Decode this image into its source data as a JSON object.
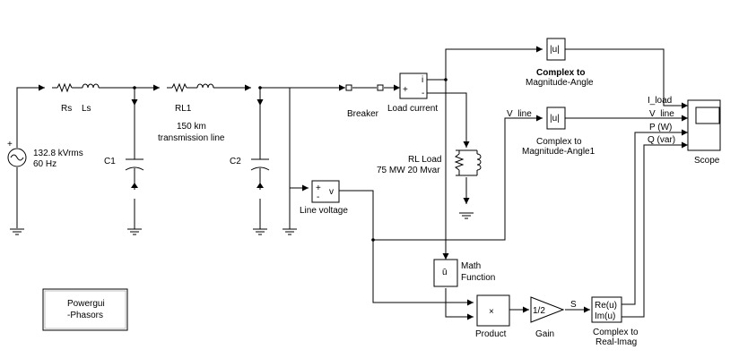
{
  "source": {
    "voltage": "132.8 kVrms",
    "frequency": "60 Hz",
    "plus_sign": "+"
  },
  "labels": {
    "rs": "Rs",
    "ls": "Ls",
    "c1": "C1",
    "rl1": "RL1",
    "line_length": "150 km",
    "line_name": "transmission line",
    "c2": "C2",
    "breaker": "Breaker",
    "load_current": "Load current",
    "rl_load": "RL Load",
    "rl_load_rating": "75 MW 20 Mvar",
    "line_voltage": "Line voltage",
    "product": "Product",
    "gain": "Gain",
    "math_function_1": "Math",
    "math_function_2": "Function",
    "c2m_1": "Complex to",
    "c2m_1b": "Magnitude-Angle",
    "c2m_2": "Complex to",
    "c2m_2b": "Magnitude-Angle1",
    "c2ri_1": "Complex to",
    "c2ri_2": "Real-Imag",
    "scope": "Scope",
    "s_signal": "S",
    "v_line_signal": "V_line",
    "powergui_1": "Powergui",
    "powergui_2": "-Phasors"
  },
  "blocks": {
    "abs_symbol": "|u|",
    "meter_i": "i",
    "meter_plus": "+",
    "meter_minus": "-",
    "vm_plus": "+",
    "vm_minus": "-",
    "vm_v": "v",
    "product_symbol": "×",
    "gain_value": "1/2",
    "math_symbol": "ū",
    "re_port": "Re(u)",
    "im_port": "Im(u)"
  },
  "scope_inputs": [
    "I_load",
    "V_line",
    "P (W)",
    "Q (var)"
  ]
}
